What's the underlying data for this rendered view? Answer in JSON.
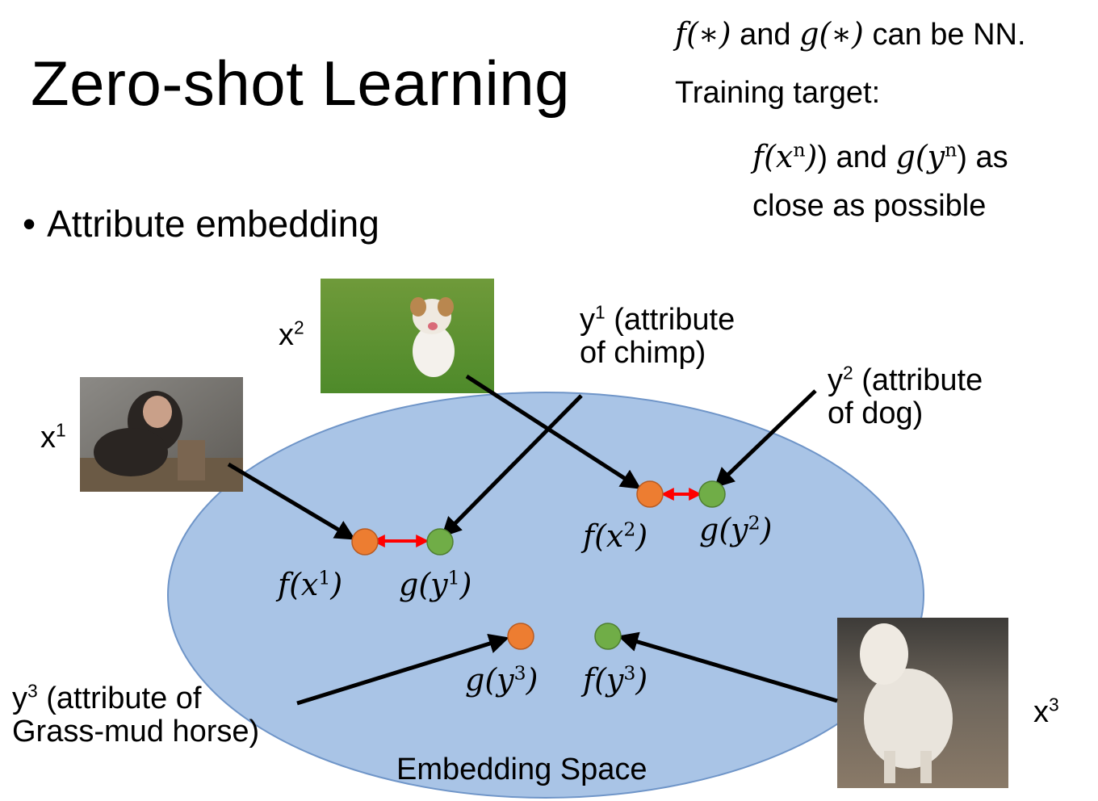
{
  "title": "Zero-shot Learning",
  "bullet": "Attribute embedding",
  "notes": {
    "line1_f": "f(∗)",
    "line1_and": "and",
    "line1_g": "g(∗)",
    "line1_tail": "can be NN.",
    "line2": "Training target:",
    "line3_f": "f(x",
    "line3_mid": ") and ",
    "line3_g": "g(y",
    "line3_tail": ") as",
    "line4": "close as possible",
    "sup_n": "n"
  },
  "inputs": {
    "x1_base": "x",
    "x1_sup": "1",
    "x2_base": "x",
    "x2_sup": "2",
    "x3_base": "x",
    "x3_sup": "3"
  },
  "attributes": {
    "y1_base": "y",
    "y1_sup": "1",
    "y1_l1": " (attribute",
    "y1_l2": "of chimp)",
    "y2_base": "y",
    "y2_sup": "2",
    "y2_l1": " (attribute",
    "y2_l2": "of dog)",
    "y3_base": "y",
    "y3_sup": "3",
    "y3_l1": " (attribute of",
    "y3_l2": "Grass-mud horse)"
  },
  "points": {
    "fx1": "f(x",
    "fx1_sup": "1",
    "gy1": "g(y",
    "gy1_sup": "1",
    "fx2": "f(x",
    "fx2_sup": "2",
    "gy2": "g(y",
    "gy2_sup": "2",
    "gy3": "g(y",
    "gy3_sup": "3",
    "fy3": "f(y",
    "fy3_sup": "3",
    "close": ")"
  },
  "space_label": "Embedding Space",
  "colors": {
    "ellipse_fill": "#a9c4e6",
    "ellipse_stroke": "#6f95c8",
    "orange": "#ed7d31",
    "green": "#70ad47",
    "red_arrow": "#ff0000",
    "arrow": "#000000"
  },
  "photos": [
    "chimpanzee-photo",
    "puppy-photo",
    "alpaca-photo"
  ]
}
